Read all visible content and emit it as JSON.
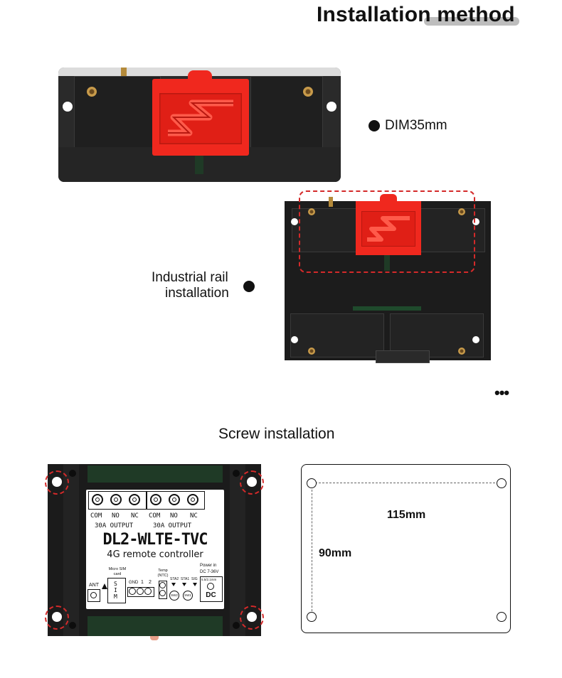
{
  "header": {
    "title": "Installation method"
  },
  "section1": {
    "dim_label": "DIM35mm",
    "rail_label_line1": "Industrial rail",
    "rail_label_line2": "installation"
  },
  "more": {
    "glyph": "•••"
  },
  "section2": {
    "title": "Screw installation"
  },
  "device": {
    "relay1": {
      "t1": "COM",
      "t2": "NO",
      "t3": "NC",
      "output": "30A OUTPUT"
    },
    "relay2": {
      "t1": "COM",
      "t2": "NO",
      "t3": "NC",
      "output": "30A OUTPUT"
    },
    "model": "DL2-WLTE-TVC",
    "subtitle": "4G remote controller",
    "ant": "ANT",
    "sim_small": "Micro SIM card",
    "sim": "SIM",
    "gnd": "GND",
    "in1": "1",
    "in2": "2",
    "temp": "Temp (NTC)",
    "sta2": "STA2",
    "sta1": "STA1",
    "sig": "SIG",
    "sw2": "SW2",
    "sw1": "SW1",
    "power_in": "Power in",
    "power_range": "DC 7-36V",
    "dc_size": "5.5/2.1mm",
    "dc": "DC"
  },
  "dimensions": {
    "width": "115mm",
    "height": "90mm"
  }
}
